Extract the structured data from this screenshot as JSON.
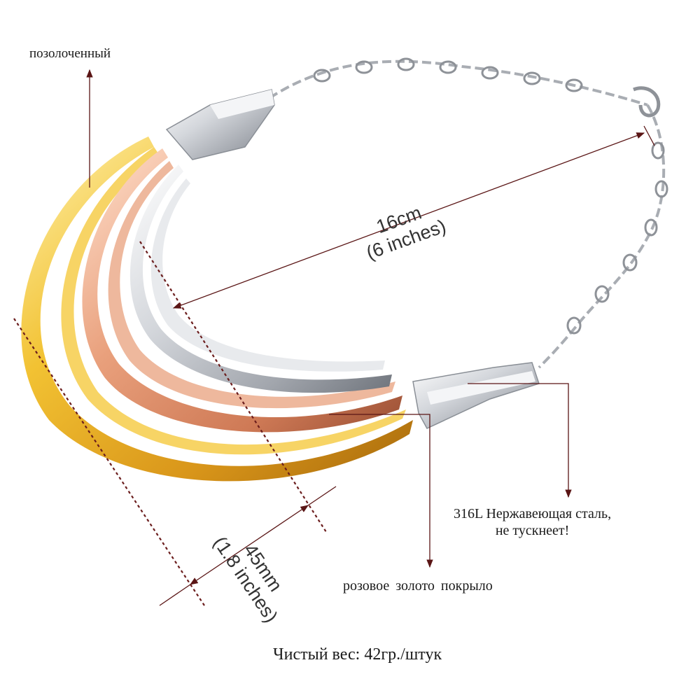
{
  "callouts": {
    "gold_plated": "позолоченный",
    "steel_line1": "316L Нержавеющая сталь,",
    "steel_line2": "не тускнеет!",
    "rose_gold": "розовое  золото  покрыло",
    "net_weight": "Чистый вес: 42гр./штук"
  },
  "dimensions": {
    "width_metric": "16cm",
    "width_imperial": "(6 inches)",
    "height_metric": "45mm",
    "height_imperial": "(1.8 inches)"
  },
  "colors": {
    "gold": "#e0a820",
    "rose_gold": "#d98c6a",
    "silver": "#c4c7cc",
    "annotation_line": "#6b1d1d"
  }
}
